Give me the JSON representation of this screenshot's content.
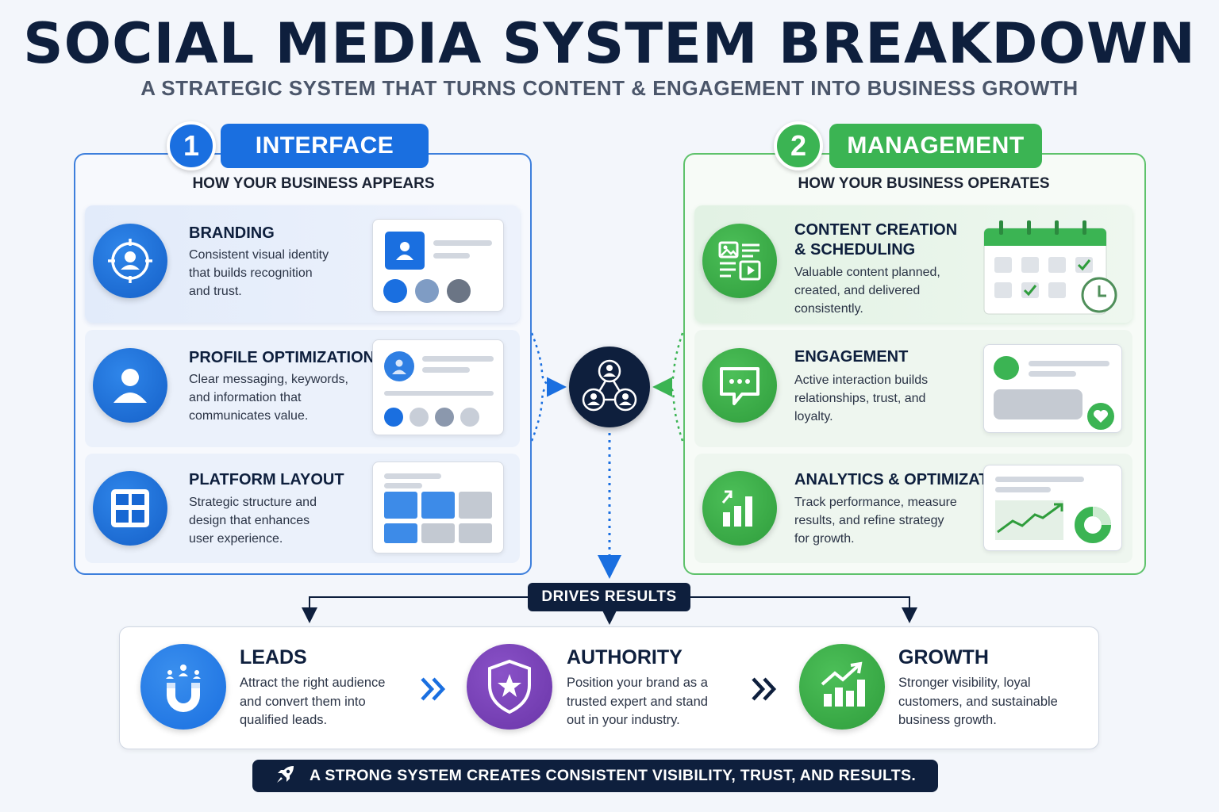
{
  "header": {
    "title": "SOCIAL MEDIA SYSTEM BREAKDOWN",
    "subtitle": "A STRATEGIC SYSTEM THAT TURNS CONTENT & ENGAGEMENT INTO BUSINESS GROWTH"
  },
  "interface": {
    "number": "1",
    "label": "INTERFACE",
    "subtitle": "HOW YOUR BUSINESS APPEARS",
    "color": "#1a6fe0",
    "items": [
      {
        "title": "BRANDING",
        "desc": [
          "Consistent visual identity",
          "that builds recognition",
          "and trust."
        ],
        "icon": "target-user-icon"
      },
      {
        "title": "PROFILE OPTIMIZATION",
        "desc": [
          "Clear messaging, keywords,",
          "and information that",
          "communicates value."
        ],
        "icon": "user-icon"
      },
      {
        "title": "PLATFORM LAYOUT",
        "desc": [
          "Strategic structure and",
          "design that enhances",
          "user experience."
        ],
        "icon": "layout-grid-icon"
      }
    ]
  },
  "management": {
    "number": "2",
    "label": "MANAGEMENT",
    "subtitle": "HOW YOUR BUSINESS OPERATES",
    "color": "#3bb453",
    "items": [
      {
        "title": [
          "CONTENT CREATION",
          "& SCHEDULING"
        ],
        "desc": [
          "Valuable content planned,",
          "created, and delivered",
          "consistently."
        ],
        "icon": "content-media-icon"
      },
      {
        "title": [
          "ENGAGEMENT"
        ],
        "desc": [
          "Active interaction builds",
          "relationships, trust, and",
          "loyalty."
        ],
        "icon": "chat-bubble-icon"
      },
      {
        "title": [
          "ANALYTICS & OPTIMIZATION"
        ],
        "desc": [
          "Track performance, measure",
          "results, and refine strategy",
          "for growth."
        ],
        "icon": "bar-chart-icon"
      }
    ]
  },
  "hub": {
    "icon": "network-users-icon"
  },
  "drives": "DRIVES RESULTS",
  "results": [
    {
      "title": "LEADS",
      "desc": [
        "Attract the right audience",
        "and convert them into",
        "qualified leads."
      ],
      "icon": "magnet-icon",
      "color": "#2a7fe6"
    },
    {
      "title": "AUTHORITY",
      "desc": [
        "Position your brand as a",
        "trusted expert and stand",
        "out in your industry."
      ],
      "icon": "shield-star-icon",
      "color": "#7a42b8"
    },
    {
      "title": "GROWTH",
      "desc": [
        "Stronger visibility, loyal",
        "customers, and sustainable",
        "business growth."
      ],
      "icon": "growth-chart-icon",
      "color": "#3daa48"
    }
  ],
  "footer": {
    "icon": "rocket-icon",
    "text": "A STRONG SYSTEM CREATES CONSISTENT VISIBILITY, TRUST, AND RESULTS."
  }
}
